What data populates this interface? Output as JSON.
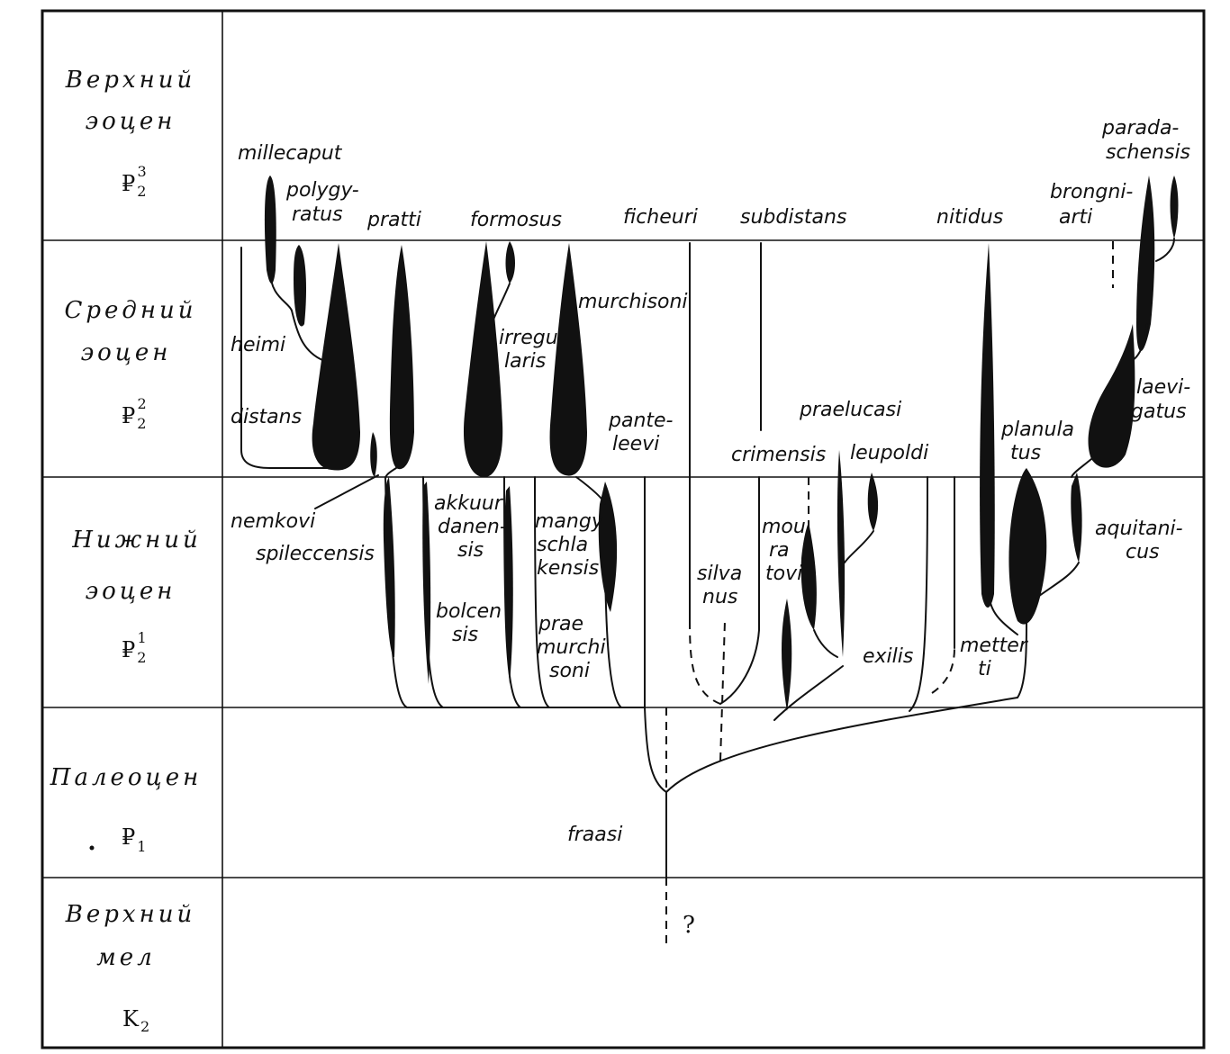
{
  "periods": [
    {
      "id": "upper-eocene",
      "name_line1": "Верхний",
      "name_line2": "эоцен",
      "symbol": "₽",
      "sub": "2",
      "sup": "3"
    },
    {
      "id": "middle-eocene",
      "name_line1": "Средний",
      "name_line2": "эоцен",
      "symbol": "₽",
      "sub": "2",
      "sup": "2"
    },
    {
      "id": "lower-eocene",
      "name_line1": "Нижний",
      "name_line2": "эоцен",
      "symbol": "₽",
      "sub": "2",
      "sup": "1"
    },
    {
      "id": "paleocene",
      "name_line1": "Палеоцен",
      "name_line2": "",
      "symbol": "₽",
      "sub": "1",
      "sup": ""
    },
    {
      "id": "upper-cretaceous",
      "name_line1": "Верхний",
      "name_line2": "мел",
      "symbol": "K",
      "sub": "2",
      "sup": ""
    }
  ],
  "species": {
    "millecaput": "millecaput",
    "polygyratus_1": "polygy-",
    "polygyratus_2": "ratus",
    "pratti": "pratti",
    "formosus": "formosus",
    "ficheuri": "ficheuri",
    "subdistans": "subdistans",
    "nitidus": "nitidus",
    "brongniarti_1": "brongni-",
    "brongniarti_2": "arti",
    "paradaschensis_1": "parada-",
    "paradaschensis_2": "schensis",
    "heimi": "heimi",
    "distans": "distans",
    "irregularis_1": "irregu",
    "irregularis_2": "laris",
    "murchisoni": "murchisoni",
    "panteleevi_1": "pante-",
    "panteleevi_2": "leevi",
    "praelucasi": "praelucasi",
    "crimensis": "crimensis",
    "leupoldi": "leupoldi",
    "planulatus_1": "planula",
    "planulatus_2": "tus",
    "laevigatus_1": "laevi-",
    "laevigatus_2": "gatus",
    "nemkovi": "nemkovi",
    "spileccensis": "spileccensis",
    "akkuurdanensis_1": "akkuur",
    "akkuurdanensis_2": "danen-",
    "akkuurdanensis_3": "sis",
    "bolcensis_1": "bolcen",
    "bolcensis_2": "sis",
    "mangyschlakensis_1": "mangy",
    "mangyschlakensis_2": "schla",
    "mangyschlakensis_3": "kensis",
    "praemurchisoni_1": "prae",
    "praemurchisoni_2": "murchi",
    "praemurchisoni_3": "soni",
    "silvanus_1": "silva",
    "silvanus_2": "nus",
    "mouratovi_1": "mou",
    "mouratovi_2": "ra",
    "mouratovi_3": "tovi",
    "exilis": "exilis",
    "metterti_1": "metter",
    "metterti_2": "ti",
    "aquitanicus_1": "aquitani-",
    "aquitanicus_2": "cus",
    "fraasi": "fraasi"
  },
  "question_mark": "?"
}
